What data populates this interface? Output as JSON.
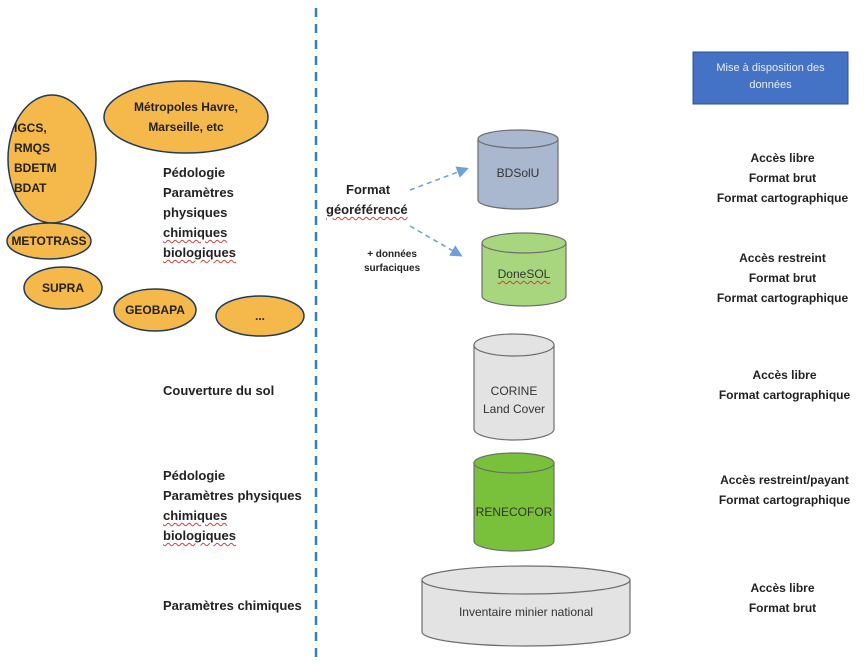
{
  "sources": {
    "igcs": [
      "IGCS,",
      "RMQS",
      "BDETM",
      "BDAT"
    ],
    "metropoles": [
      "Métropoles Havre,",
      "Marseille, etc"
    ],
    "metotrass": "METOTRASS",
    "supra": "SUPRA",
    "geobapa": "GEOBAPA",
    "more": "..."
  },
  "data_types": {
    "group1": [
      "Pédologie",
      "Paramètres",
      "physiques",
      "chimiques",
      "biologiques"
    ],
    "group2": "Couverture du sol",
    "group3": [
      "Pédologie",
      "Paramètres physiques",
      "chimiques",
      "biologiques"
    ],
    "group4": "Paramètres chimiques"
  },
  "format": {
    "line1": "Format",
    "line2": "géoréférencé",
    "extra_line1": "+ données",
    "extra_line2": "surfaciques"
  },
  "databases": [
    {
      "label": "BDSolU",
      "color": "#a9b8cf"
    },
    {
      "label": "DoneSOL",
      "color": "#a8d67e"
    },
    {
      "label": "CORINE Land Cover",
      "color": "#e3e3e3"
    },
    {
      "label": "RENECOFOR",
      "color": "#79c13a"
    },
    {
      "label": "Inventaire minier national",
      "color": "#e3e3e3"
    }
  ],
  "availability": {
    "header": "Mise à disposition des données",
    "row1": [
      "Accès libre",
      "Format brut",
      "Format cartographique"
    ],
    "row2": [
      "Accès restreint",
      "Format brut",
      "Format cartographique"
    ],
    "row3": [
      "Accès libre",
      "Format cartographique"
    ],
    "row4": [
      "Accès restreint/payant",
      "Format cartographique"
    ],
    "row5": [
      "Accès libre",
      "Format brut"
    ]
  },
  "colors": {
    "ellipse_fill": "#f5b84a",
    "ellipse_stroke": "#1f3b5a",
    "divider": "#3b7dc4",
    "header_fill": "#4472c4",
    "arrow": "#6f9fd8"
  }
}
